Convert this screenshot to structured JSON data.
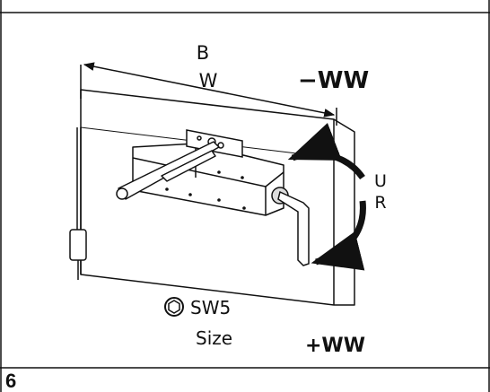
{
  "labels": {
    "width_letter": "B",
    "width_word": "W",
    "decrease": "−WW",
    "increase": "+WW",
    "rotate_top": "U",
    "rotate_bottom": "R",
    "wrench": "SW5",
    "size": "Size",
    "step_number": "6"
  },
  "colors": {
    "ink": "#111111",
    "paper": "#ffffff",
    "shade": "#cccccc"
  },
  "icons": [
    "spring-icon",
    "hex-socket-icon",
    "curved-arrow-icon",
    "hex-key-icon"
  ]
}
